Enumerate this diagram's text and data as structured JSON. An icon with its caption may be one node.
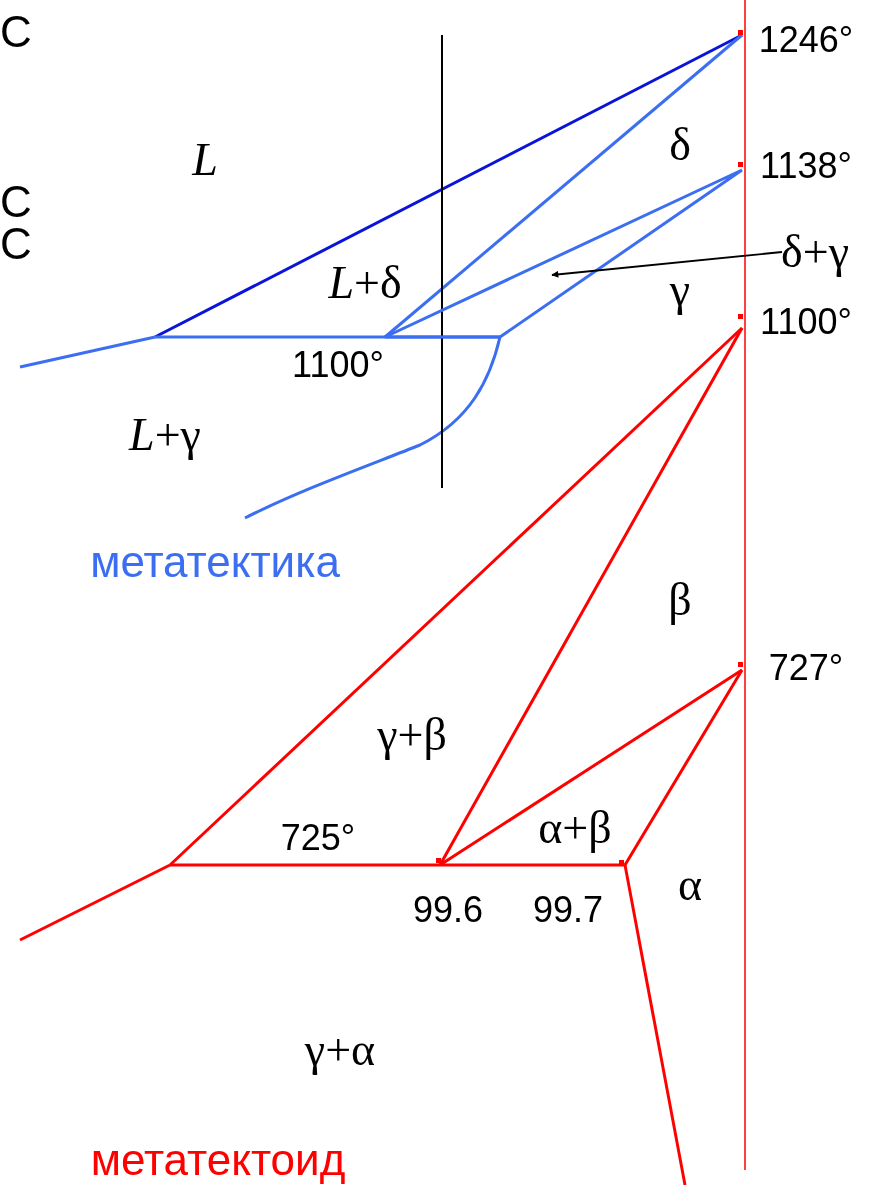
{
  "diagram": {
    "nodes": [
      {
        "text": [
          "δ+γ"
        ]
      },
      {
        "text": [],
        "shape": "triangle"
      }
    ],
    "edges": [
      {
        "from": 0,
        "to": 1,
        "arrow": "to"
      }
    ],
    "labels": [
      "C",
      "1246°",
      "*L*",
      "δ",
      "1138°",
      "C",
      "C",
      "*L*+δ",
      "γ",
      "1100°",
      "1100°",
      "*L*+γ",
      "метатектика",
      "β",
      "727°",
      "γ+β",
      "725°",
      "α+β",
      "α",
      "99.6",
      "99.7",
      "γ+α",
      "метатектоид"
    ]
  }
}
